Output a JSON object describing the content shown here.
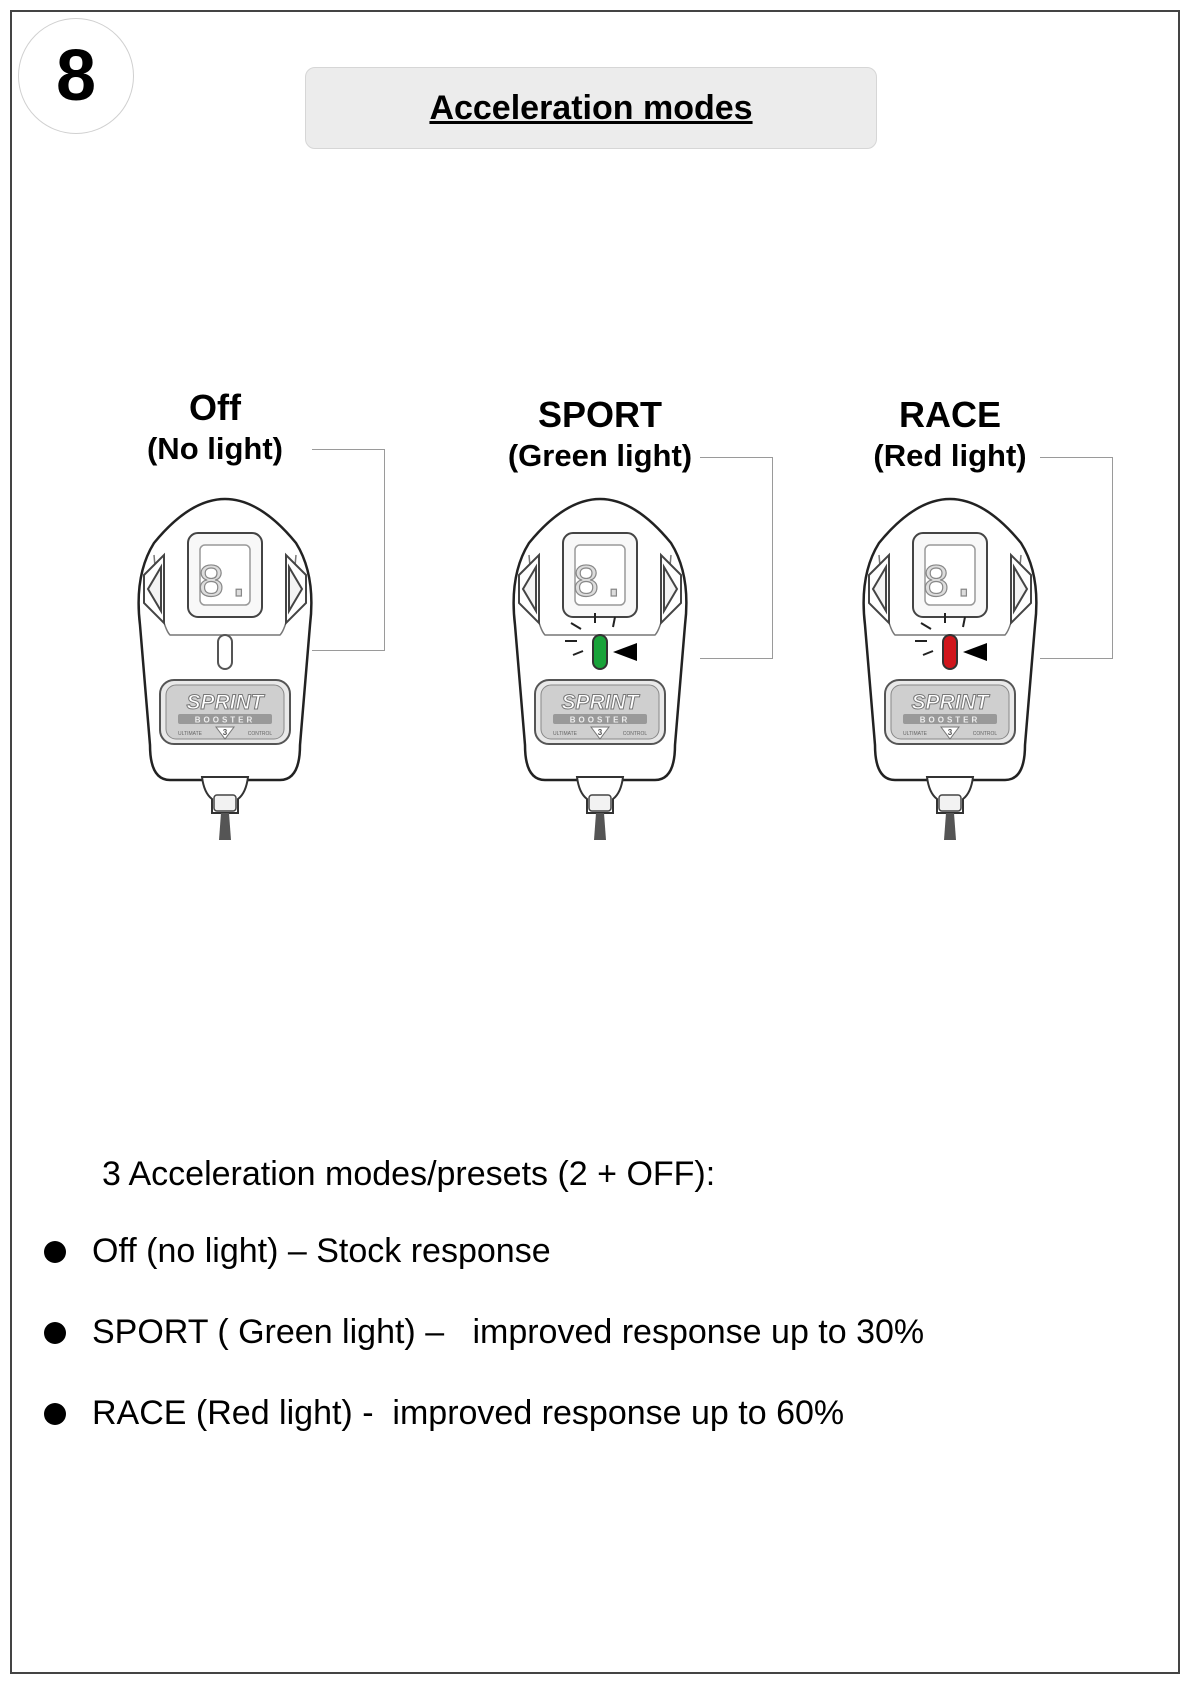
{
  "page": {
    "number": "8",
    "title": "Acceleration modes"
  },
  "modes": [
    {
      "name": "Off",
      "light": "(No light)",
      "led_color": "none"
    },
    {
      "name": "SPORT",
      "light": "(Green light)",
      "led_color": "#19a33a"
    },
    {
      "name": "RACE",
      "light": "(Red light)",
      "led_color": "#d0161c"
    }
  ],
  "device": {
    "brand": "SPRINT",
    "subbrand": "BOOSTER",
    "tagline_left": "ULTIMATE",
    "tagline_right": "CONTROL",
    "version": "3",
    "display": "8."
  },
  "summary": {
    "intro": "3 Acceleration modes/presets (2 + OFF):",
    "items": [
      "Off (no light) – Stock response",
      "SPORT ( Green light) –   improved response up to 30%",
      "RACE (Red light) -  improved response up to 60%"
    ]
  }
}
